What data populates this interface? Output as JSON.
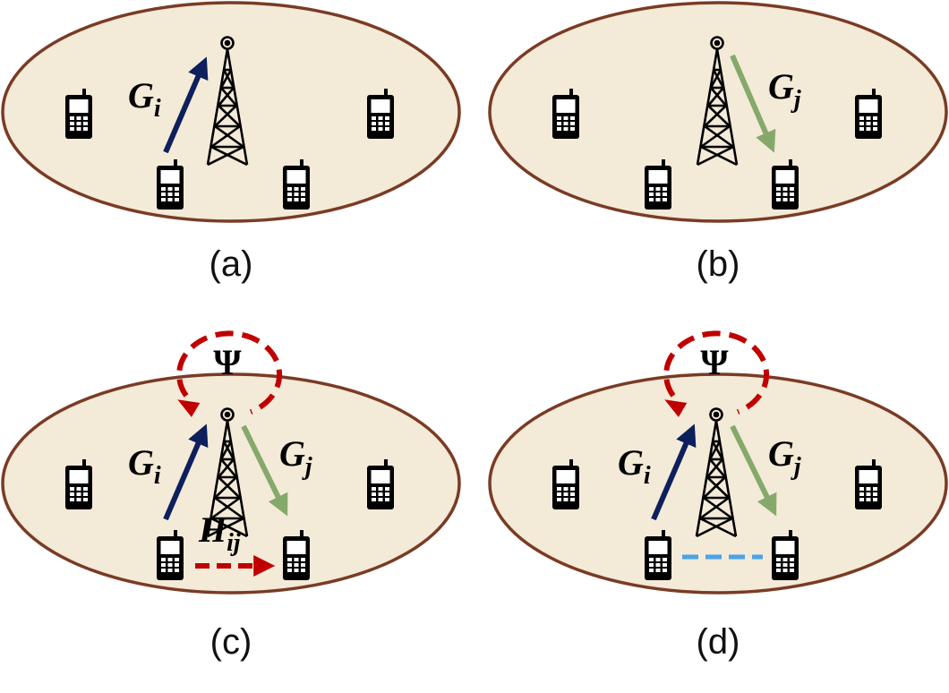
{
  "panels": [
    {
      "id": "a",
      "caption": "(a)",
      "links": [
        {
          "symbol": "G",
          "subscript": "i",
          "kind": "uplink"
        }
      ]
    },
    {
      "id": "b",
      "caption": "(b)",
      "links": [
        {
          "symbol": "G",
          "subscript": "j",
          "kind": "downlink"
        }
      ]
    },
    {
      "id": "c",
      "caption": "(c)",
      "self_interference": "Ψ",
      "links": [
        {
          "symbol": "G",
          "subscript": "i",
          "kind": "uplink"
        },
        {
          "symbol": "G",
          "subscript": "j",
          "kind": "downlink"
        },
        {
          "symbol": "H",
          "subscript": "ij",
          "kind": "interference"
        }
      ]
    },
    {
      "id": "d",
      "caption": "(d)",
      "self_interference": "Ψ",
      "links": [
        {
          "symbol": "G",
          "subscript": "i",
          "kind": "uplink"
        },
        {
          "symbol": "G",
          "subscript": "j",
          "kind": "downlink"
        }
      ]
    }
  ],
  "icons": {
    "base_station": "radio-tower-icon",
    "user_device": "mobile-phone-icon"
  },
  "colors": {
    "cell_fill": "#f3ead8",
    "cell_border": "#7a3b24",
    "uplink": "#0d1f5c",
    "downlink": "#86a96b",
    "interference": "#c00000",
    "cancelled_link": "#4aa3e8",
    "self_interference": "#c00000"
  }
}
